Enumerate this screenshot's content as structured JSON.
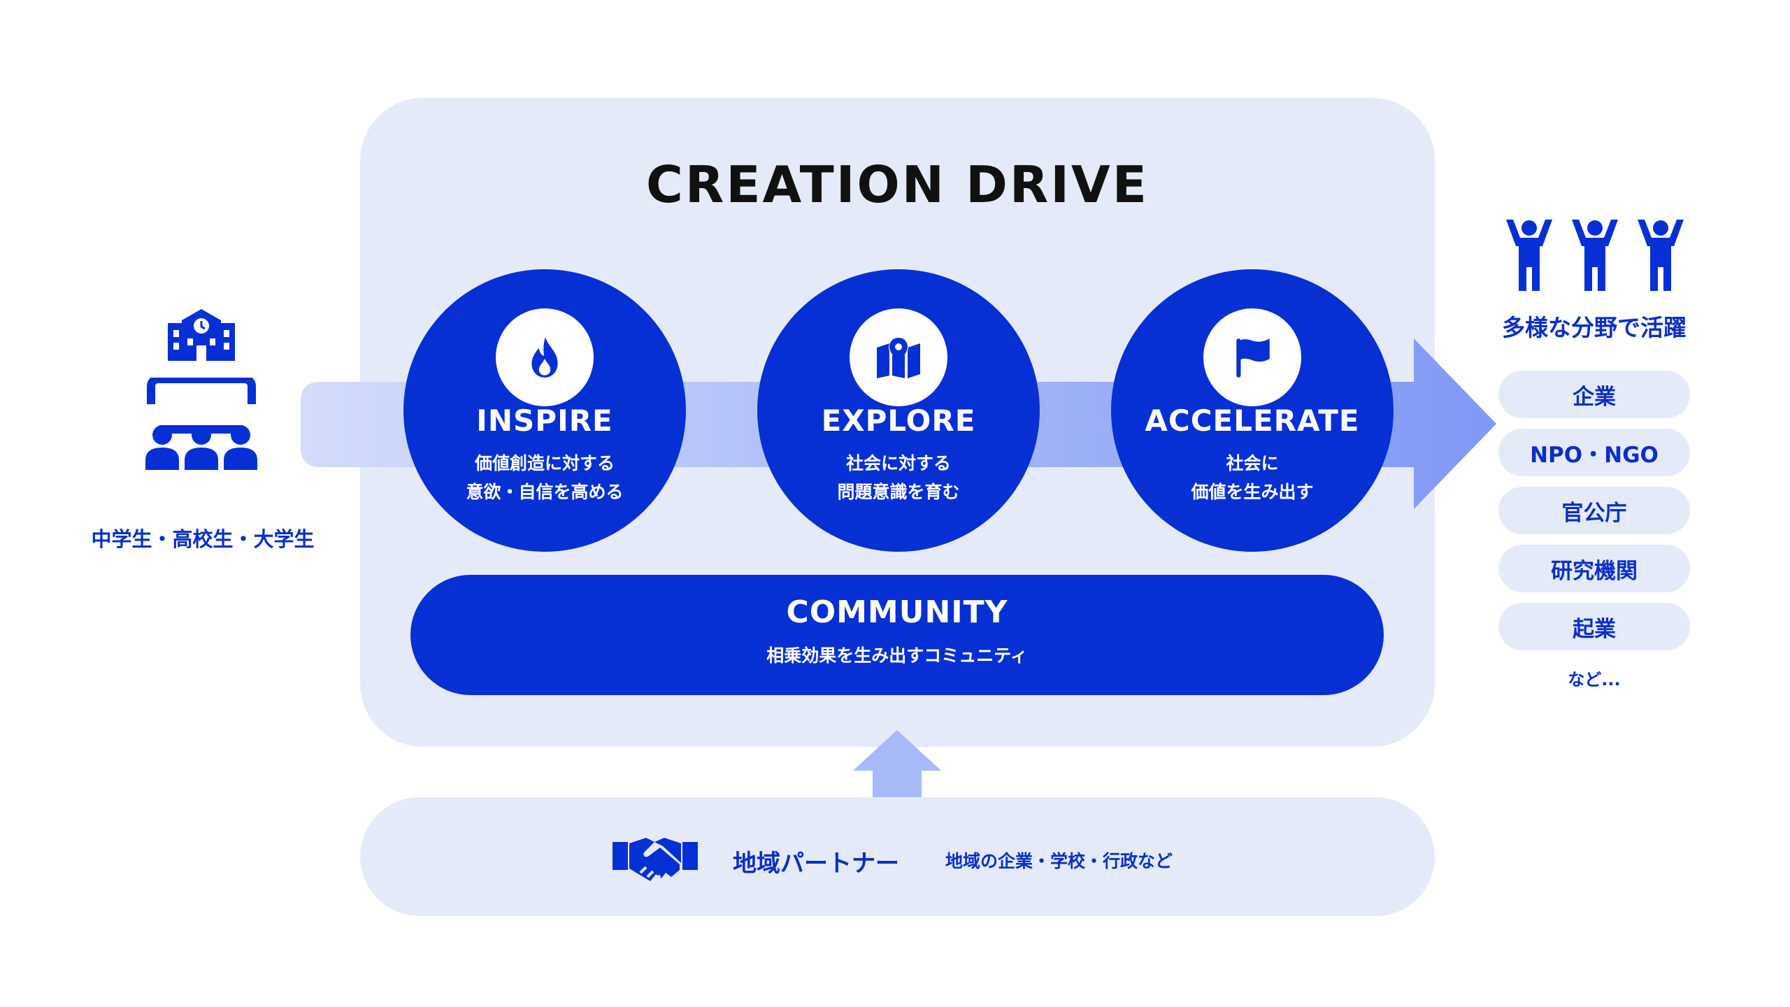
{
  "title": "CREATION DRIVE",
  "colors": {
    "primary": "#0630D4",
    "panel": "#E5EAF8",
    "arrow_start": "#D3DCFB",
    "arrow_end": "#7F98F5",
    "up_arrow": "#A8B9F8"
  },
  "stages": [
    {
      "name": "INSPIRE",
      "icon": "flame-icon",
      "lines": [
        "価値創造に対する",
        "意欲・自信を高める"
      ]
    },
    {
      "name": "EXPLORE",
      "icon": "map-icon",
      "lines": [
        "社会に対する",
        "問題意識を育む"
      ]
    },
    {
      "name": "ACCELERATE",
      "icon": "flag-icon",
      "lines": [
        "社会に",
        "価値を生み出す"
      ]
    }
  ],
  "community": {
    "title": "COMMUNITY",
    "subtitle": "相乗効果を生み出すコミュニティ"
  },
  "input": {
    "icons": [
      "school-icon",
      "classroom-icon"
    ],
    "label": "中学生・高校生・大学生"
  },
  "partner": {
    "icon": "handshake-icon",
    "name": "地域パートナー",
    "description": "地域の企業・学校・行政など"
  },
  "outcome": {
    "icon": "people-cheering-icon",
    "title": "多様な分野で活躍",
    "fields": [
      "企業",
      "NPO・NGO",
      "官公庁",
      "研究機関",
      "起業"
    ],
    "etc": "など..."
  }
}
